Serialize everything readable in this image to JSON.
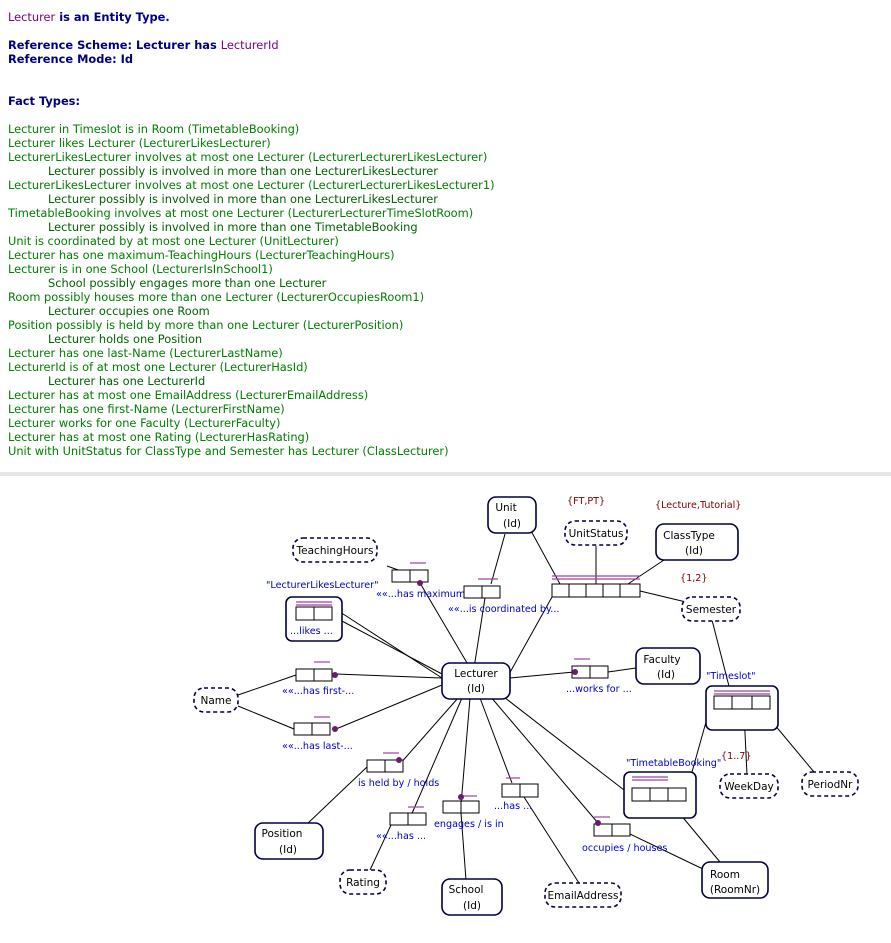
{
  "header": {
    "entity": "Lecturer",
    "entity_suffix": " is an Entity Type.",
    "ref_scheme_label": "Reference Scheme: Lecturer has ",
    "ref_scheme_value": "LecturerId",
    "ref_mode_label": "Reference Mode: Id",
    "fact_types_label": "Fact Types:"
  },
  "facts": [
    "Lecturer in Timeslot is in Room (TimetableBooking)",
    "Lecturer likes Lecturer (LecturerLikesLecturer)",
    "LecturerLikesLecturer involves at most one Lecturer (LecturerLecturerLikesLecturer)",
    "Lecturer possibly is involved in more than one LecturerLikesLecturer",
    "LecturerLikesLecturer involves at most one Lecturer (LecturerLecturerLikesLecturer1)",
    "Lecturer possibly is involved in more than one LecturerLikesLecturer",
    "TimetableBooking involves at most one Lecturer (LecturerLecturerTimeSlotRoom)",
    "Lecturer possibly is involved in more than one TimetableBooking",
    "Unit is coordinated by at most one Lecturer (UnitLecturer)",
    "Lecturer has one maximum-TeachingHours (LecturerTeachingHours)",
    "Lecturer is in one School (LecturerIsInSchool1)",
    "School possibly engages more than one Lecturer",
    "Room possibly houses more than one Lecturer (LecturerOccupiesRoom1)",
    "Lecturer occupies one Room",
    "Position possibly is held by more than one Lecturer (LecturerPosition)",
    "Lecturer holds one Position",
    "Lecturer has one last-Name (LecturerLastName)",
    "LecturerId is of at most one Lecturer (LecturerHasId)",
    "Lecturer has one LecturerId",
    "Lecturer has at most one EmailAddress (LecturerEmailAddress)",
    "Lecturer has one first-Name (LecturerFirstName)",
    "Lecturer works for one Faculty (LecturerFaculty)",
    "Lecturer has at most one Rating (LecturerHasRating)",
    "Unit with UnitStatus for ClassType and Semester has Lecturer (ClassLecturer)"
  ],
  "diagram": {
    "entities": {
      "lecturer": {
        "name": "Lecturer",
        "ref": "(Id)"
      },
      "unit": {
        "name": "Unit",
        "ref": "(Id)"
      },
      "classtype": {
        "name": "ClassType",
        "ref": "(Id)"
      },
      "faculty": {
        "name": "Faculty",
        "ref": "(Id)"
      },
      "position": {
        "name": "Position",
        "ref": "(Id)"
      },
      "school": {
        "name": "School",
        "ref": "(Id)"
      },
      "room": {
        "name": "Room",
        "ref": "(RoomNr)"
      }
    },
    "values": {
      "teachinghours": "TeachingHours",
      "unitstatus": "UnitStatus",
      "semester": "Semester",
      "name": "Name",
      "weekday": "WeekDay",
      "periodnr": "PeriodNr",
      "rating": "Rating",
      "email": "EmailAddress"
    },
    "objectified": {
      "likes": "\"LecturerLikesLecturer\"",
      "timeslot": "\"Timeslot\"",
      "booking": "\"TimetableBooking\""
    },
    "constraints": {
      "unitstatus_values": "{FT,PT}",
      "classtype_values": "{Lecture,Tutorial}",
      "semester_values": "{1,2}",
      "weekday_values": "{1..7}"
    },
    "readings": {
      "has_maximum": "««...has maximum-...",
      "coordinated": "««...is coordinated by...",
      "likes": "...likes ...",
      "has_first": "««...has first-...",
      "has_last": "««...has last-...",
      "works_for": "...works for ...",
      "held_by": "is held by   / holds",
      "has_rating": "««...has ...",
      "engages": "engages   / is in",
      "has_email": "...has ...",
      "occupies": "occupies  / houses"
    }
  }
}
